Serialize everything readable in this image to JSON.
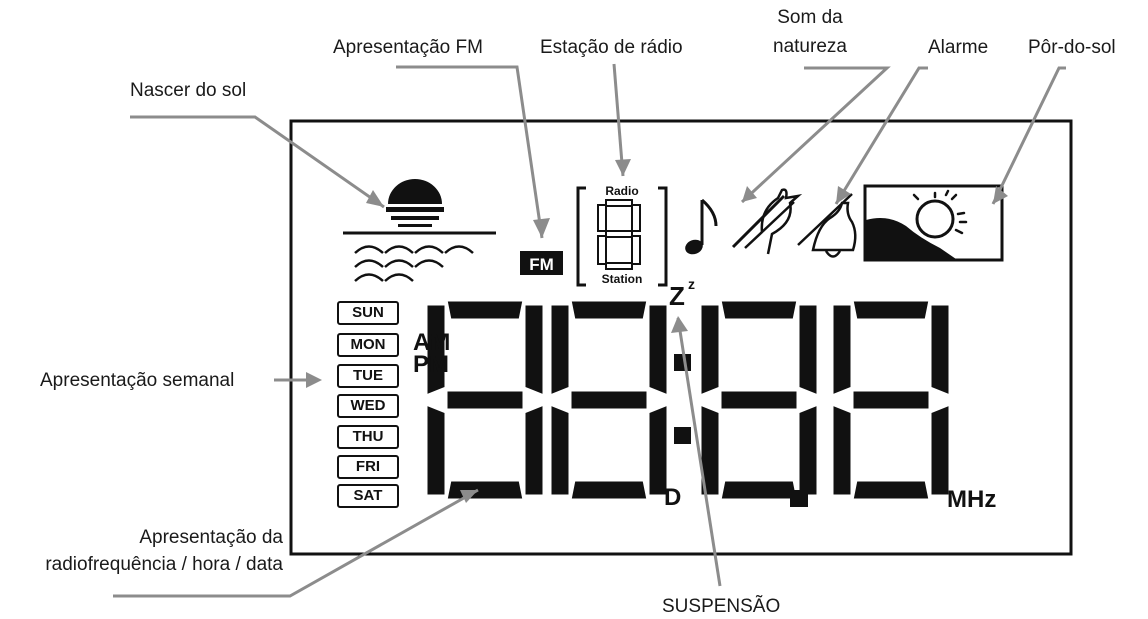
{
  "labels": {
    "fm_display": "Apresentação FM",
    "radio_station": "Estação de rádio",
    "nature_sound_line1": "Som da",
    "nature_sound_line2": "natureza",
    "alarm": "Alarme",
    "sunset": "Pôr-do-sol",
    "sunrise": "Nascer do sol",
    "weekly_display": "Apresentação semanal",
    "freq_display_line1": "Apresentação da",
    "freq_display_line2": "radiofrequência / hora / data",
    "sleep": "SUSPENSÃO"
  },
  "lcd": {
    "days": [
      "SUN",
      "MON",
      "TUE",
      "WED",
      "THU",
      "FRI",
      "SAT"
    ],
    "am": "AM",
    "pm": "PM",
    "fm": "FM",
    "radio_top": "Radio",
    "radio_bottom": "Station",
    "sleep_z": "Z",
    "sleep_z_small": "z",
    "d_indicator": "D",
    "unit": "MHz"
  },
  "icons": {
    "sunrise": "sunrise-icon",
    "fm": "fm-icon",
    "station": "station-digit-icon",
    "note": "music-note-icon",
    "bird": "bird-icon",
    "bell": "bell-icon",
    "sunset": "sunset-icon"
  }
}
